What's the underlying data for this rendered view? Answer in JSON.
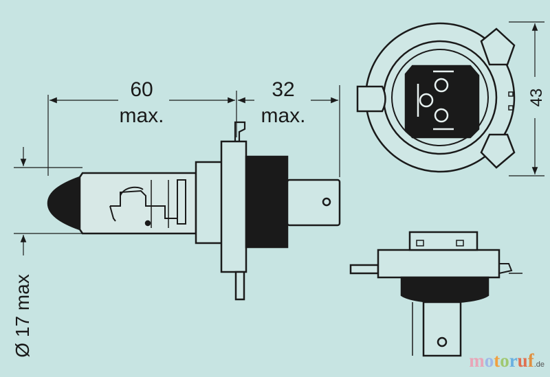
{
  "dimensions": {
    "length_bulb": {
      "value": "60",
      "qualifier": "max."
    },
    "length_base": {
      "value": "32",
      "qualifier": "max."
    },
    "diameter": "Ø 17 max",
    "base_width": "43"
  },
  "watermark": {
    "letters": [
      "m",
      "o",
      "t",
      "o",
      "r",
      "u",
      "f"
    ],
    "colors": [
      "#e8a6b8",
      "#9fb8e8",
      "#f0a040",
      "#a0c870",
      "#6ab0e0",
      "#e07050",
      "#e09040"
    ],
    "suffix": ".de"
  }
}
